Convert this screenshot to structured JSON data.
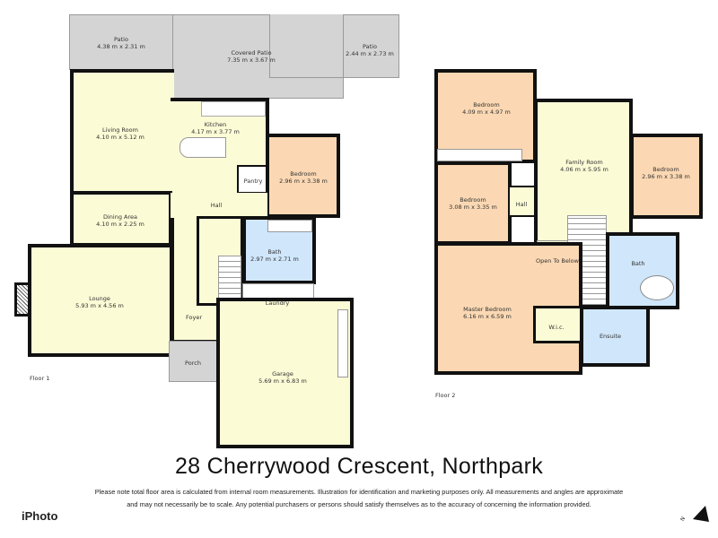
{
  "floor1": {
    "label": "Floor 1",
    "rooms": {
      "patio_left": {
        "name": "Patio",
        "dims": "4.38 m x 2.31 m"
      },
      "covered_patio": {
        "name": "Covered Patio",
        "dims": "7.35 m x 3.67 m"
      },
      "patio_right": {
        "name": "Patio",
        "dims": "2.44 m x 2.73 m"
      },
      "living_room": {
        "name": "Living Room",
        "dims": "4.10 m x 5.12 m"
      },
      "kitchen": {
        "name": "Kitchen",
        "dims": "4.17 m x 3.77 m"
      },
      "bedroom": {
        "name": "Bedroom",
        "dims": "2.96 m x 3.38 m"
      },
      "pantry": {
        "name": "Pantry"
      },
      "hall": {
        "name": "Hall"
      },
      "dining_area": {
        "name": "Dining Area",
        "dims": "4.10 m x 2.25 m"
      },
      "bath": {
        "name": "Bath",
        "dims": "2.97 m x 2.71 m"
      },
      "lounge": {
        "name": "Lounge",
        "dims": "5.93 m x 4.56 m"
      },
      "laundry": {
        "name": "Laundry"
      },
      "foyer": {
        "name": "Foyer"
      },
      "porch": {
        "name": "Porch"
      },
      "garage": {
        "name": "Garage",
        "dims": "5.69 m x 6.83 m"
      }
    }
  },
  "floor2": {
    "label": "Floor 2",
    "rooms": {
      "bedroom_top": {
        "name": "Bedroom",
        "dims": "4.09 m x 4.97 m"
      },
      "family_room": {
        "name": "Family Room",
        "dims": "4.06 m x 5.95 m"
      },
      "bedroom_right": {
        "name": "Bedroom",
        "dims": "2.96 m x 3.38 m"
      },
      "bedroom_mid": {
        "name": "Bedroom",
        "dims": "3.08 m x 3.35 m"
      },
      "hall": {
        "name": "Hall"
      },
      "open_to_below": {
        "name": "Open To Below"
      },
      "bath": {
        "name": "Bath"
      },
      "master_bedroom": {
        "name": "Master Bedroom",
        "dims": "6.16 m x 6.59 m"
      },
      "wic": {
        "name": "W.i.c."
      },
      "ensuite": {
        "name": "Ensuite"
      }
    }
  },
  "title": "28 Cherrywood Crescent, Northpark",
  "disclaimer": {
    "line1": "Please note total floor area is calculated from internal room measurements.  Illustration for identification and marketing purposes only.  All measurements and angles are approximate",
    "line2": "and may not necessarily be to scale.  Any potential purchasers or persons should satisfy themselves as to the accuracy of concerning the information provided."
  },
  "brand": "iPhoto",
  "compass": {
    "icon": "north-arrow-icon",
    "letter": "N"
  },
  "colors": {
    "living": "#fbfbd6",
    "bedroom": "#fbd8b3",
    "wet": "#cfe6fb",
    "outdoor": "#d4d4d4",
    "wall": "#111111"
  }
}
